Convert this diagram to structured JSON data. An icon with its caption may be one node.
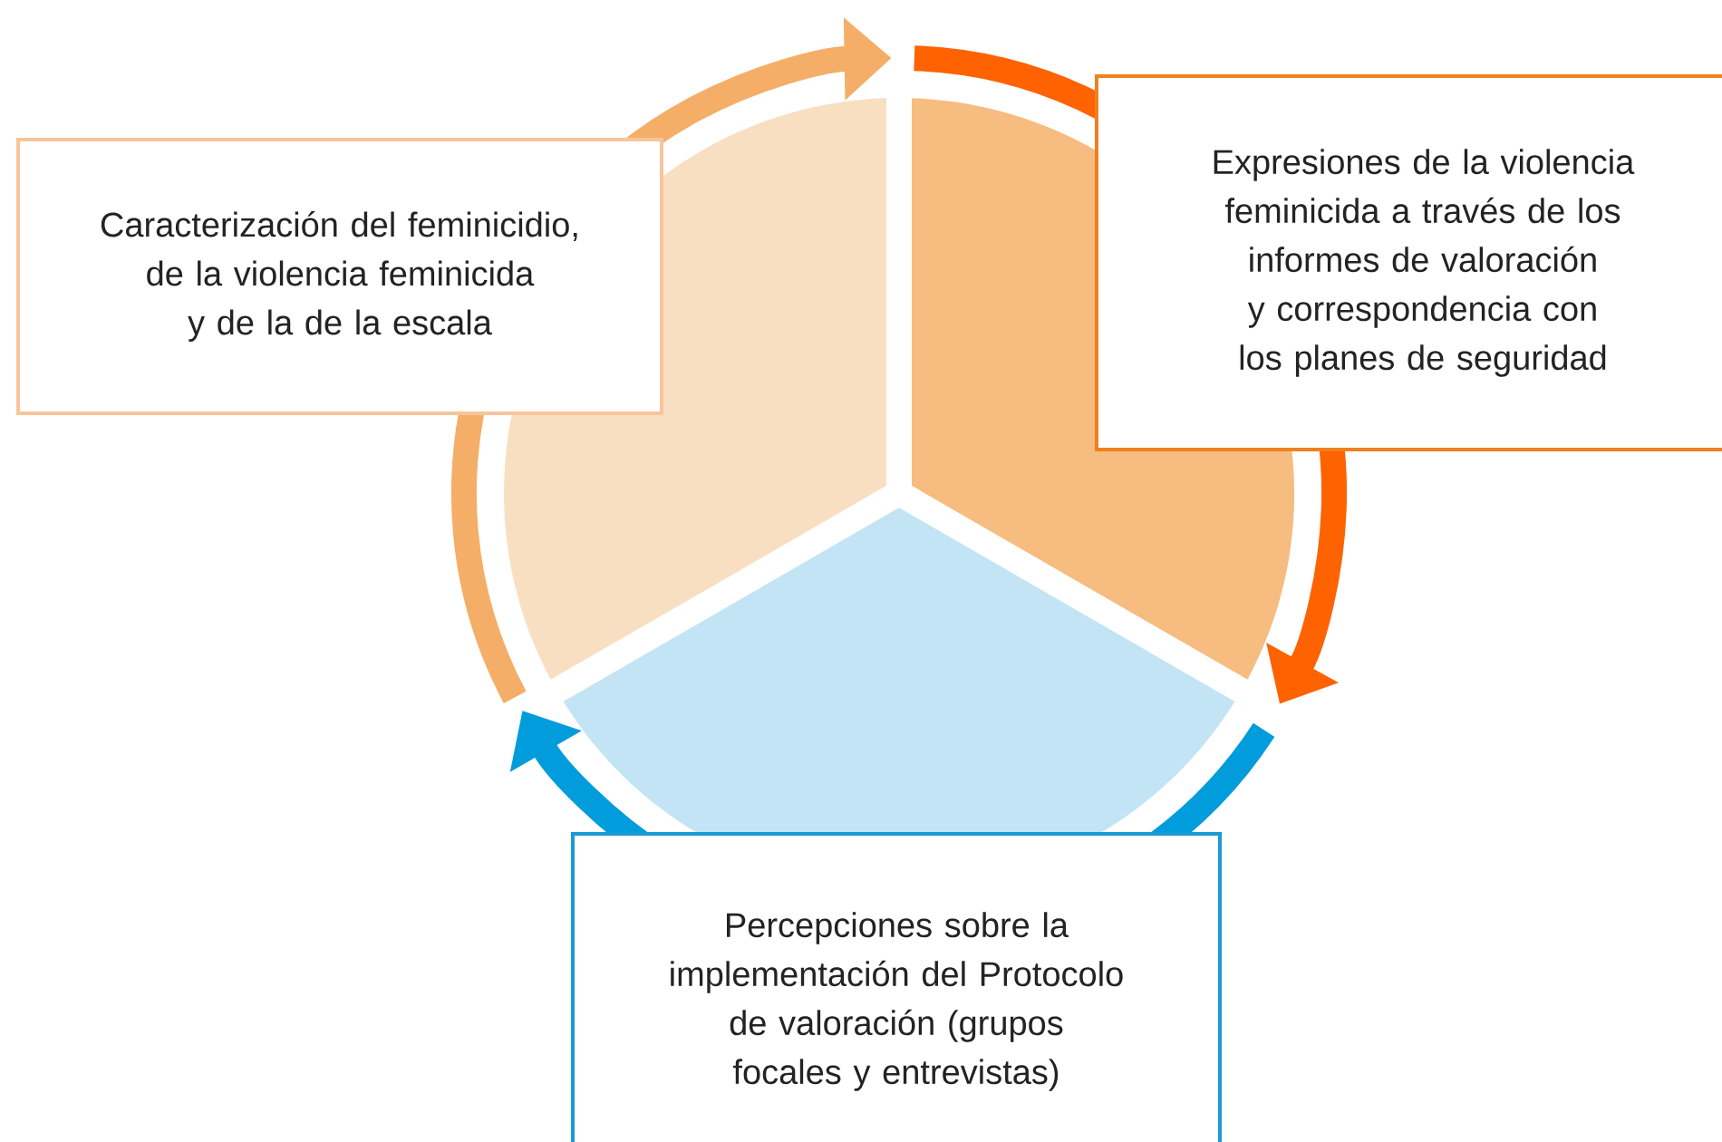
{
  "diagram": {
    "nodes": [
      {
        "text": [
          "Caracterización del feminicidio, de la violencia feminicida y de la de la escala"
        ]
      },
      {
        "text": [
          "Expresiones de la violencia feminicida a través de los informes de valoración y correspondencia con los planes de seguridad"
        ]
      },
      {
        "text": [
          "Percepciones sobre la implementación del Protocolo de valoración (grupos focales y entrevistas)"
        ]
      }
    ]
  }
}
